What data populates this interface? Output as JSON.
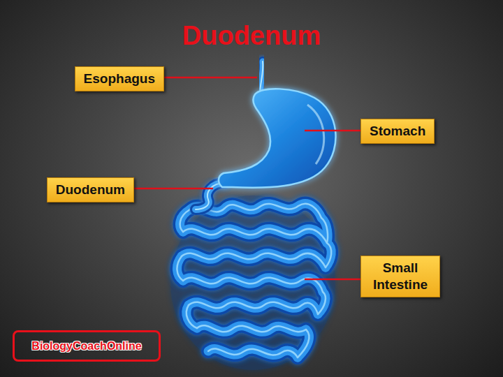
{
  "diagram": {
    "title": "Duodenum",
    "nodes": [
      {
        "text": [
          "Esophagus"
        ]
      },
      {
        "text": [
          "Stomach"
        ]
      },
      {
        "text": [
          "Duodenum"
        ]
      },
      {
        "text": [
          "Small Intestine"
        ]
      },
      {
        "text": [
          "BiologyCoachOnline"
        ]
      }
    ]
  }
}
